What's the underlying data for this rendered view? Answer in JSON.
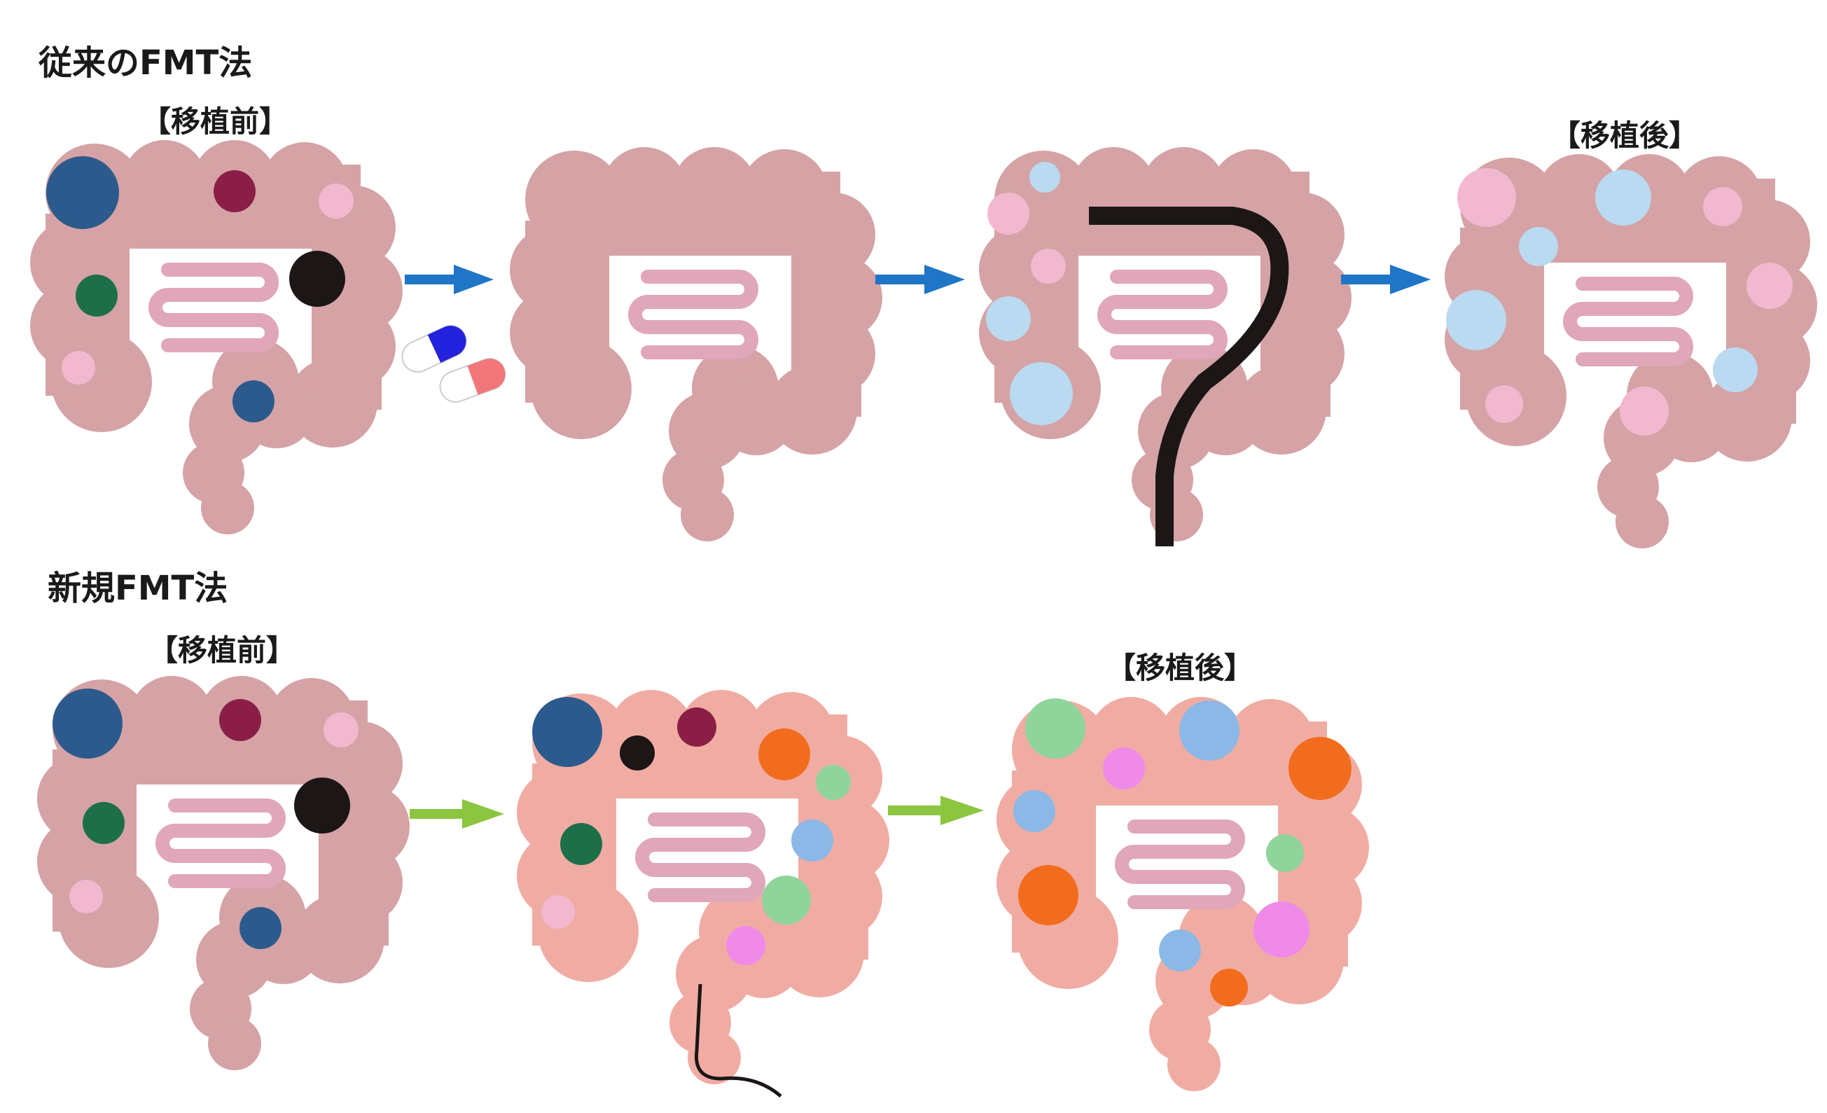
{
  "sections": [
    {
      "title": "従来のFMT法",
      "stage_labels": [
        "【移植前】",
        "【移植後】"
      ]
    },
    {
      "title": "新規FMT法",
      "stage_labels": [
        "【移植前】",
        "【移植後】"
      ]
    }
  ],
  "colors": {
    "colon_conventional": "#d5a3a5",
    "colon_new": "#f0aca3",
    "small_intestine": "#e0a6b9",
    "arrow_conventional": "#1f75c6",
    "arrow_new": "#8cc53f",
    "bad_navy": "#2c5a8c",
    "bad_maroon": "#8b1e46",
    "bad_green": "#1d6f4a",
    "bad_black": "#1c1616",
    "neutral_pink": "#f2b8cf",
    "neutral_blue": "#b9daf0",
    "good_orange": "#f26c1d",
    "good_green": "#8fd49a",
    "good_blue": "#8bb8e6",
    "good_magenta": "#f08ae8",
    "endoscope": "#1c1616"
  },
  "icons": [
    "capsule-icon",
    "endoscope-icon",
    "bad-bacteria-icon",
    "neutral-bacteria-icon",
    "good-bacteria-icon",
    "arrow-icon"
  ]
}
